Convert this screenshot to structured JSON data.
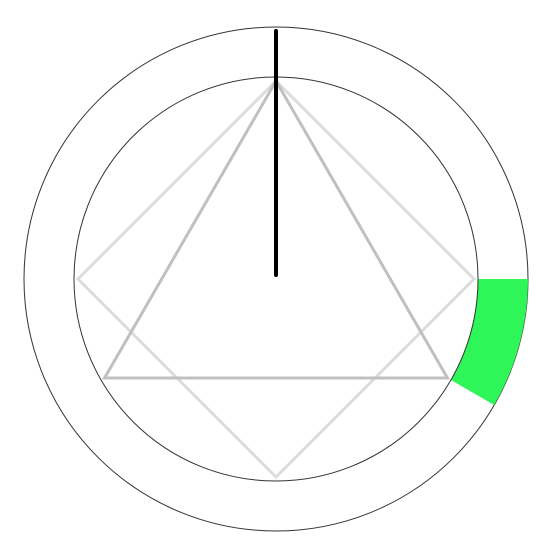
{
  "dial": {
    "segment": {
      "start_deg": 90,
      "end_deg": 120,
      "color": "#2ef558"
    },
    "pointer": {
      "angle_deg": 0,
      "color": "#000000"
    },
    "triangle": {
      "sides": 3,
      "color": "#c0c0c0"
    },
    "square": {
      "sides": 4,
      "color": "#dcdcdc"
    },
    "ring_stroke_color": "#333333"
  }
}
